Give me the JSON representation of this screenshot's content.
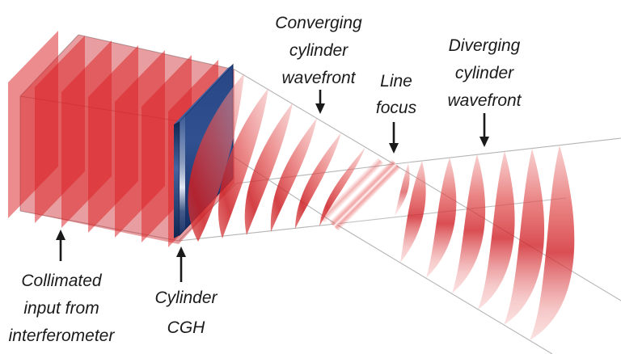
{
  "labels": {
    "converging": [
      "Converging",
      "cylinder",
      "wavefront"
    ],
    "line_focus": [
      "Line",
      "focus"
    ],
    "diverging": [
      "Diverging",
      "cylinder",
      "wavefront"
    ],
    "collimated": [
      "Collimated",
      "input from",
      "interferometer"
    ],
    "cgh": [
      "Cylinder",
      "CGH"
    ]
  },
  "colors": {
    "wavefront_red": "#d92227",
    "wavefront_pink": "#f0a0a0",
    "beam_wash_red": "#c8191c",
    "cgh_blue_dark": "#122c62",
    "cgh_blue_mid": "#30508f",
    "cgh_edge_highlight": "#f4f7ff",
    "envelope_line_gray": "#b4b4b4",
    "annotation_black": "#1a1a1a",
    "background": "#ffffff"
  }
}
